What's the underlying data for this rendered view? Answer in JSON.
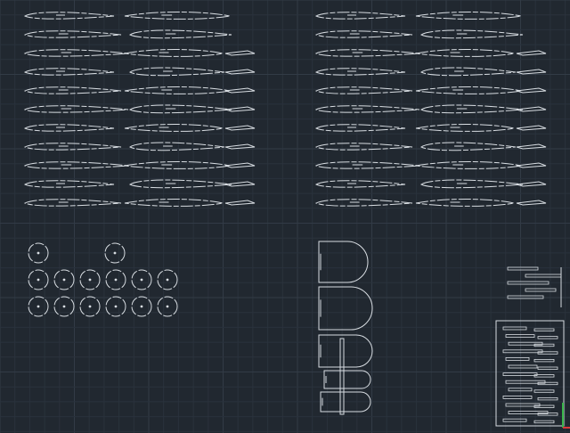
{
  "app": {
    "type": "cad-drawing-viewport"
  },
  "colors": {
    "background": "#212830",
    "grid_minor": "#2a323c",
    "grid_major": "#323b46",
    "linework": "#d8dde2",
    "ucs_y_axis": "#39b54a",
    "ucs_x_axis": "#d9383a"
  },
  "icons": {
    "ucs": "ucs-axis-icon"
  },
  "drawing": {
    "groups": [
      {
        "name": "airfoil-ribs-left",
        "rows": 11,
        "columns": 3
      },
      {
        "name": "airfoil-ribs-right",
        "rows": 11,
        "columns": 3
      },
      {
        "name": "circular-formers",
        "count": 14
      },
      {
        "name": "d-shaped-parts",
        "count": 6
      },
      {
        "name": "small-parts-sheet",
        "count": 1
      }
    ]
  }
}
